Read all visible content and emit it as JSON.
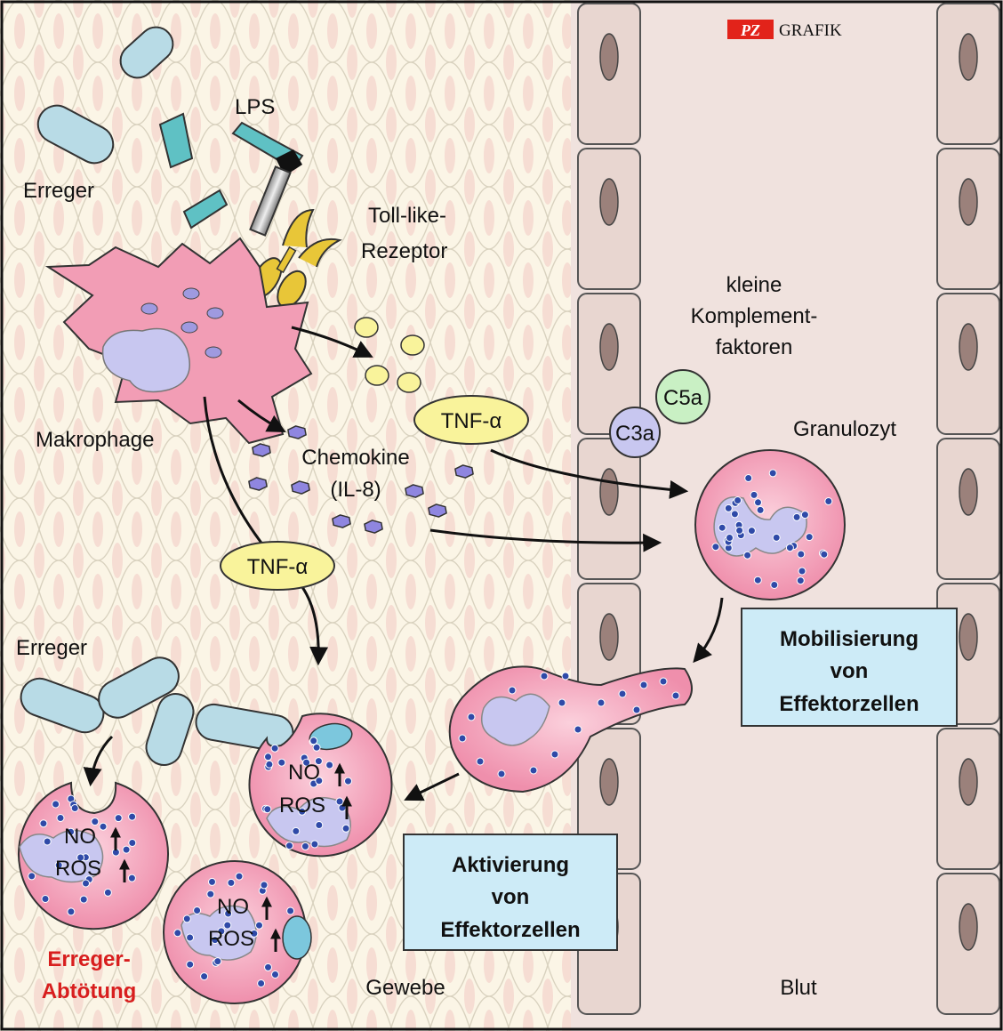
{
  "badge": {
    "brand": "PZ",
    "word": "GRAFIK"
  },
  "labels": {
    "erreger_top": "Erreger",
    "lps": "LPS",
    "tlr_1": "Toll-like-",
    "tlr_2": "Rezeptor",
    "makrophage": "Makrophage",
    "chemokine_1": "Chemokine",
    "chemokine_2": "(IL-8)",
    "tnf_upper": "TNF-α",
    "tnf_lower": "TNF-α",
    "komplement_1": "kleine",
    "komplement_2": "Komplement-",
    "komplement_3": "faktoren",
    "c3a": "C3a",
    "c5a": "C5a",
    "granulozyt": "Granulozyt",
    "erreger_bottom": "Erreger",
    "no": "NO",
    "ros": "ROS",
    "kill_1": "Erreger-",
    "kill_2": "Abtötung",
    "gewebe": "Gewebe",
    "blut": "Blut"
  },
  "boxes": {
    "mobil": [
      "Mobilisierung",
      "von",
      "Effektorzellen"
    ],
    "aktiv": [
      "Aktivierung",
      "von",
      "Effektorzellen"
    ]
  },
  "colors": {
    "tissue": "#fbf5e6",
    "blood": "#f0e2de",
    "cell_pink": "#f29db5",
    "nucleus": "#c8c7f0",
    "granule": "#2f4aa8",
    "tnf_fill": "#f9f39b",
    "box_fill": "#cdebf7",
    "bacterium": "#b8dbe6",
    "kill_text": "#d81e1e"
  }
}
